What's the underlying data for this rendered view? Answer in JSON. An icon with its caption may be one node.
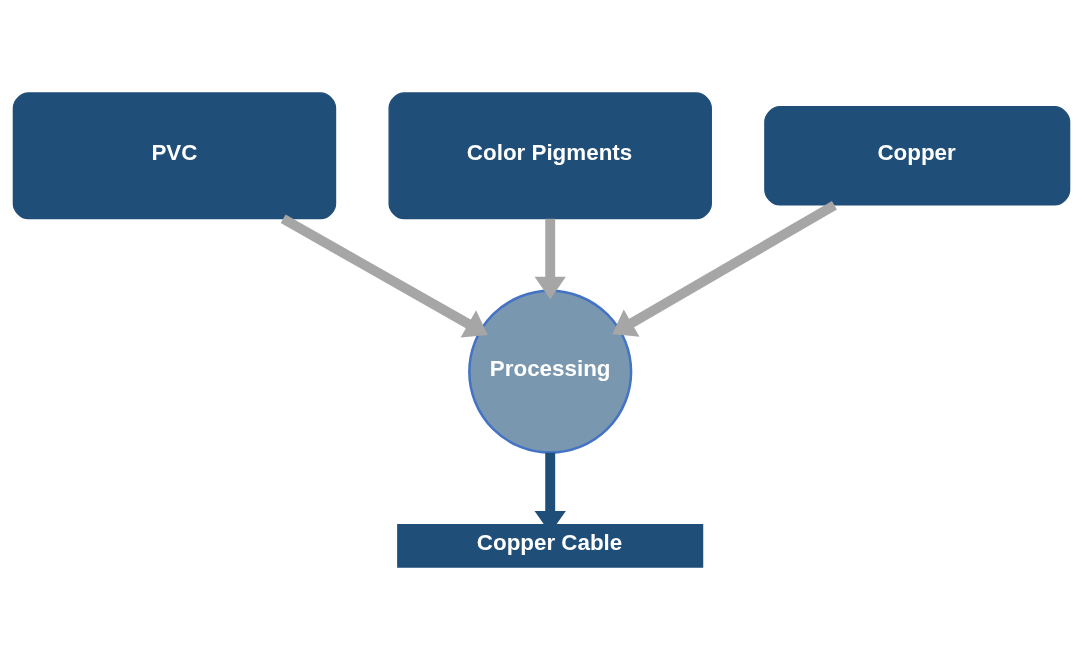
{
  "diagram": {
    "nodes": [
      {
        "text": [
          "PVC"
        ]
      },
      {
        "text": [
          "Color Pigments"
        ]
      },
      {
        "text": [
          "Copper"
        ]
      },
      {
        "text": [
          "Processing"
        ]
      },
      {
        "text": [
          "Copper Cable"
        ]
      }
    ],
    "edges": [
      {
        "from": 0,
        "to": 3,
        "arrow": "to"
      },
      {
        "from": 1,
        "to": 3,
        "arrow": "to"
      },
      {
        "from": 2,
        "to": 3,
        "arrow": "to"
      },
      {
        "from": 3,
        "to": 4,
        "arrow": "to",
        "color": "#1f4e79"
      }
    ]
  }
}
